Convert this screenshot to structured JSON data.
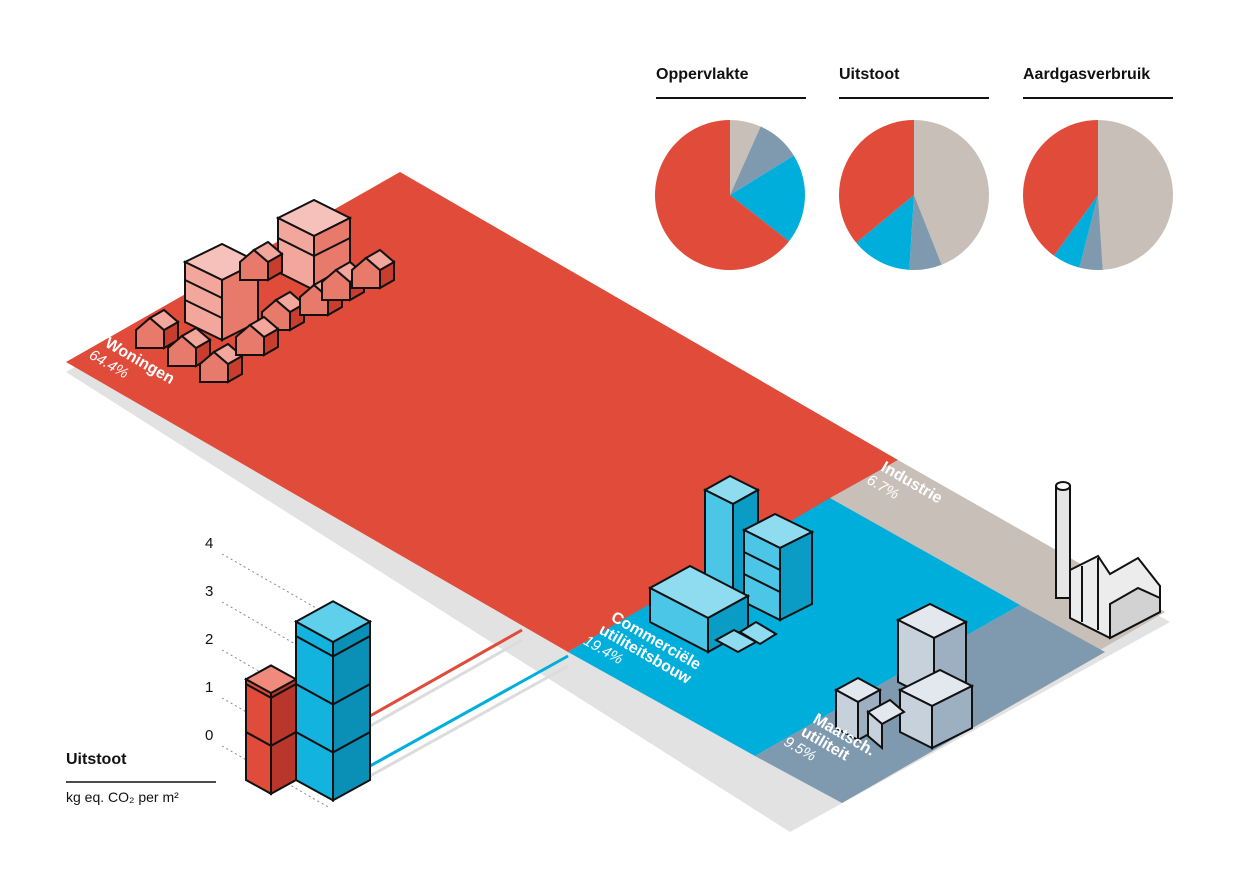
{
  "colors": {
    "woningen": "#e04b3a",
    "commercieel": "#00aedb",
    "maatsch": "#7f9aae",
    "industrie": "#c8bfb8",
    "shadow": "#e2e2e2"
  },
  "emission_legend": {
    "title": "Uitstoot",
    "unit": "kg eq. CO₂ per m²",
    "ticks": [
      "0",
      "1",
      "2",
      "3",
      "4"
    ]
  },
  "chart_data": [
    {
      "type": "treemap",
      "title": "",
      "categories": [
        {
          "name": "Woningen",
          "label": "64.4%",
          "value": 64.4
        },
        {
          "name": "Commerciële utiliteitsbouw",
          "label_lines": [
            "Commerciële",
            "utiliteitsbouw"
          ],
          "value_label": "19.4%",
          "value": 19.4
        },
        {
          "name": "Maatsch. utiliteit",
          "label_lines": [
            "Maatsch.",
            "utiliteit"
          ],
          "value_label": "9.5%",
          "value": 9.5
        },
        {
          "name": "Industrie",
          "value_label": "6.7%",
          "value": 6.7
        }
      ]
    },
    {
      "type": "pie",
      "title": "Oppervlakte",
      "slices": [
        {
          "category": "Woningen",
          "value": 64.4
        },
        {
          "category": "Commerciële utiliteitsbouw",
          "value": 19.4
        },
        {
          "category": "Maatsch. utiliteit",
          "value": 9.5
        },
        {
          "category": "Industrie",
          "value": 6.7
        }
      ]
    },
    {
      "type": "pie",
      "title": "Uitstoot",
      "slices": [
        {
          "category": "Woningen",
          "value": 36
        },
        {
          "category": "Commerciële utiliteitsbouw",
          "value": 13
        },
        {
          "category": "Maatsch. utiliteit",
          "value": 7
        },
        {
          "category": "Industrie",
          "value": 44
        }
      ]
    },
    {
      "type": "pie",
      "title": "Aardgasverbruik",
      "slices": [
        {
          "category": "Woningen",
          "value": 40
        },
        {
          "category": "Commerciële utiliteitsbouw",
          "value": 6
        },
        {
          "category": "Maatsch. utiliteit",
          "value": 5
        },
        {
          "category": "Industrie",
          "value": 49
        }
      ]
    },
    {
      "type": "bar",
      "title": "Uitstoot",
      "ylabel": "kg eq. CO₂ per m²",
      "ylim": [
        0,
        4
      ],
      "categories": [
        "Woningen",
        "Commerciële utiliteitsbouw"
      ],
      "values": [
        2.1,
        3.3
      ]
    }
  ]
}
